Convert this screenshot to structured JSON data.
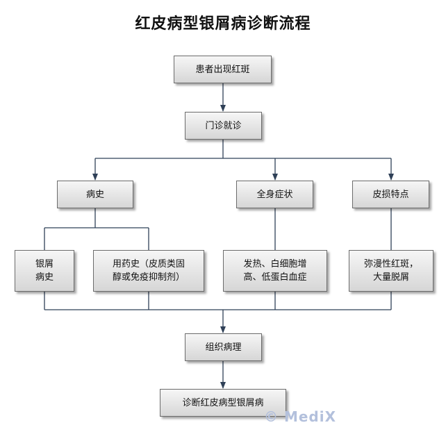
{
  "title": "红皮病型银屑病诊断流程",
  "nodes": {
    "rash": "患者出现红斑",
    "clinic": "门诊就诊",
    "history": "病史",
    "symptoms": "全身症状",
    "skin": "皮损特点",
    "psoriasis_history": "银屑\n病史",
    "medication": "用药史（皮质类固\n醇或免疫抑制剂）",
    "fever": "发热、白细胞增\n高、低蛋白血症",
    "erythema": "弥漫性红斑，\n大量脱屑",
    "pathology": "组织病理",
    "diagnosis": "诊断红皮病型银屑病"
  },
  "watermark": "© MediX"
}
